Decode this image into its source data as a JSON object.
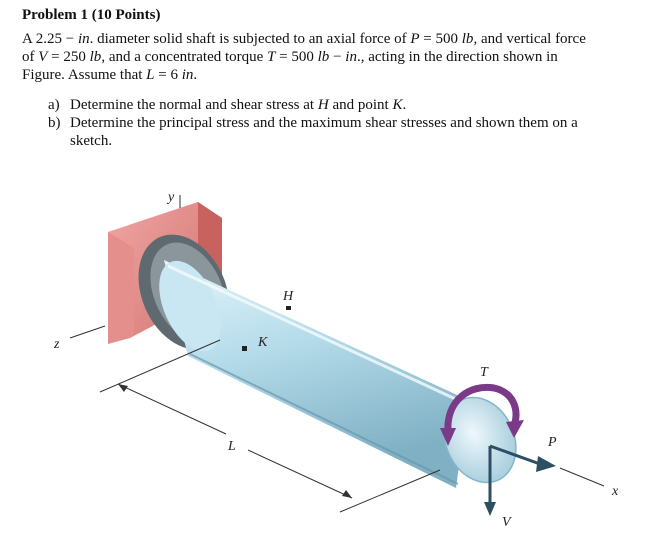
{
  "problem_title": "Problem 1 (10 Points)",
  "statement": {
    "line1": {
      "t1": "A 2.25 − ",
      "unit_in": "in",
      "t2": ". diameter solid shaft is subjected to an axial force of ",
      "P": "P",
      "t3": " = 500 ",
      "lb1": "lb",
      "t4": ", and vertical force"
    },
    "line2": {
      "t1": "of ",
      "V": "V",
      "t2": " = 250 ",
      "lb2": "lb",
      "t3": ", and a concentrated torque ",
      "T": "T",
      "t4": " = 500 ",
      "lb3": "lb",
      "t5": " − ",
      "in2": "in",
      "t6": "., acting in the direction shown in"
    },
    "line3": {
      "t1": "Figure.  Assume that ",
      "L": "L",
      "t2": " = 6 ",
      "in3": "in",
      "t3": "."
    }
  },
  "questions": {
    "a_tag": "a)",
    "a_text1": "Determine the normal and shear stress at ",
    "a_H": "H",
    "a_text2": " and point ",
    "a_K": "K",
    "a_text3": ".",
    "b_tag": "b)",
    "b_line1": "Determine the principal stress and the maximum shear stresses and shown them on a",
    "b_line2": "sketch."
  },
  "figure_labels": {
    "y": "y",
    "z": "z",
    "x": "x",
    "H": "H",
    "K": "K",
    "T": "T",
    "P": "P",
    "V": "V",
    "L": "L"
  },
  "colors": {
    "wall": "#e38a88",
    "wall_dark": "#c46663",
    "shaft": "#a9d3e4",
    "shaft_light": "#e3f3f9",
    "shaft_dark": "#78a9bd",
    "collar": "#6d7479",
    "torque_arrow": "#7c3a86",
    "force_arrow": "#2e4f63"
  }
}
